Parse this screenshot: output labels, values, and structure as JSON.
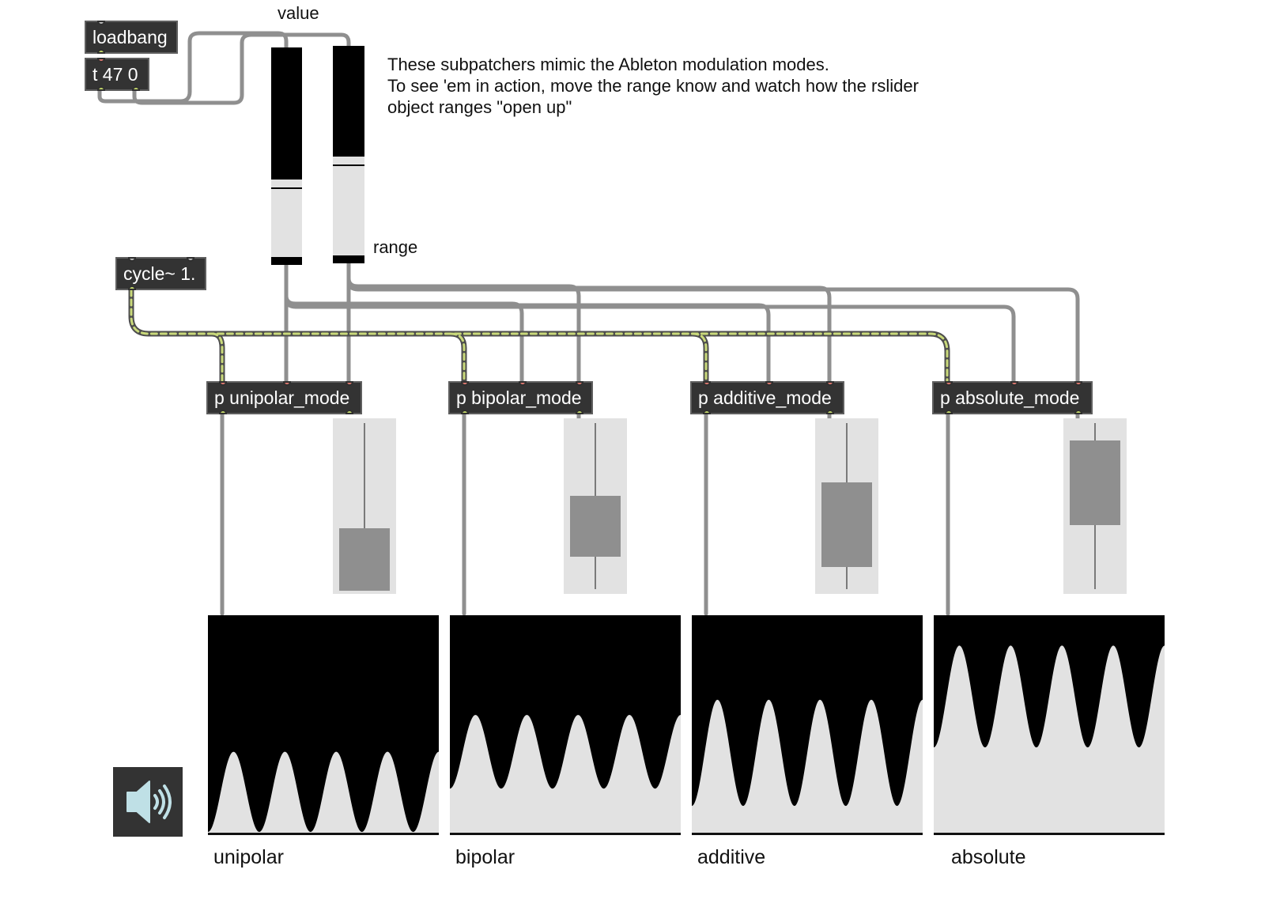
{
  "objects": {
    "loadbang": "loadbang",
    "trigger": "t 47 0",
    "cycle": "cycle~ 1.",
    "unipolar": "p unipolar_mode",
    "bipolar": "p bipolar_mode",
    "additive": "p additive_mode",
    "absolute": "p absolute_mode"
  },
  "labels": {
    "value": "value",
    "range": "range",
    "unipolar": "unipolar",
    "bipolar": "bipolar",
    "additive": "additive",
    "absolute": "absolute"
  },
  "comment": {
    "line1": "These subpatchers mimic the Ableton modulation modes.",
    "line2": "To see 'em in action, move the range know and watch how the rslider",
    "line3": "object ranges \"open up\""
  },
  "sliders": {
    "value_level": 0.37,
    "range_level": 0.47
  },
  "rsliders": {
    "unipolar": [
      0.0,
      0.37
    ],
    "bipolar": [
      0.2,
      0.56
    ],
    "additive": [
      0.14,
      0.64
    ],
    "absolute": [
      0.39,
      0.89
    ]
  },
  "scopes": {
    "unipolar": {
      "low": 0.0,
      "high": 0.37,
      "count": 4.5
    },
    "bipolar": {
      "low": 0.2,
      "high": 0.54,
      "count": 4.5
    },
    "additive": {
      "low": 0.12,
      "high": 0.61,
      "count": 4.5
    },
    "absolute": {
      "low": 0.39,
      "high": 0.86,
      "count": 4.5
    }
  },
  "icons": {
    "dac": "speaker-icon"
  },
  "colors": {
    "object_bg": "#333333",
    "scope_bg": "#000000",
    "scope_fg": "#e2e2e2",
    "inlet": "#e07a72",
    "outlet": "#c4d86a",
    "patchcord": "#a9a9a9",
    "signal_cord": "#c9d97a"
  }
}
